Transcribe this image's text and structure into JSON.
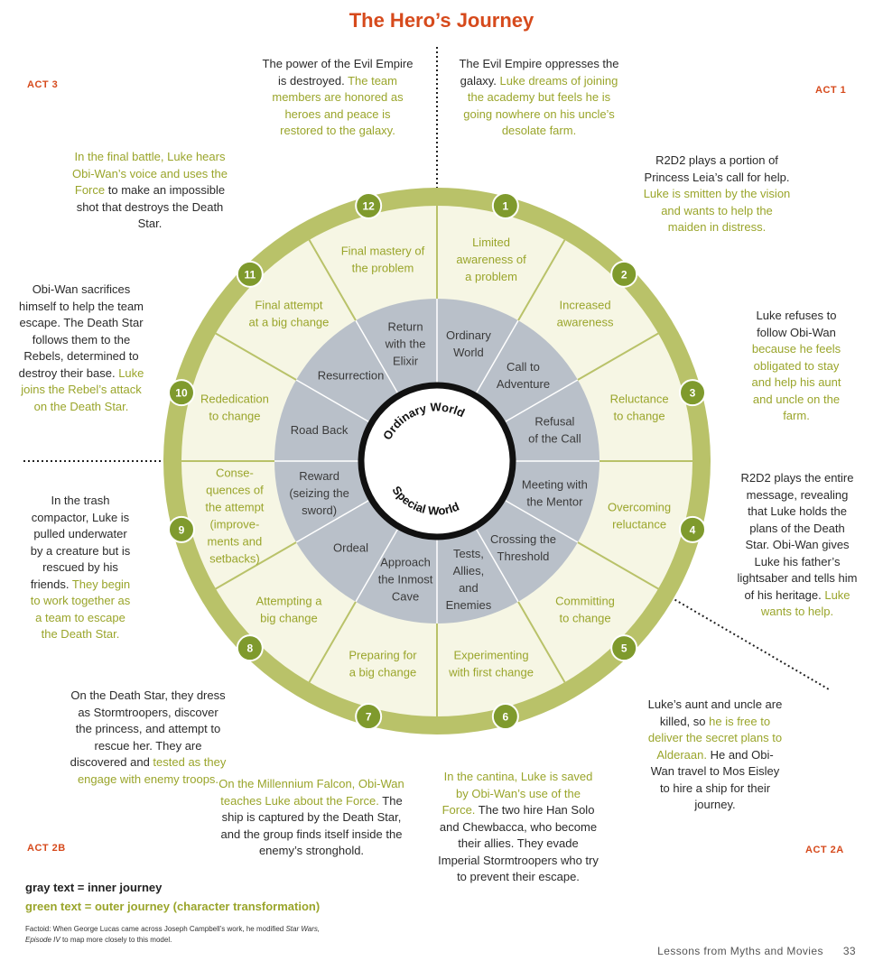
{
  "title": "The Hero’s Journey",
  "acts": {
    "act1": "ACT 1",
    "act2a": "ACT 2A",
    "act2b": "ACT 2B",
    "act3": "ACT 3"
  },
  "colors": {
    "ring": "#b9c269",
    "ring_light": "#f6f6e4",
    "inner": "#b9c0c9",
    "gray_text": "#3a3a3a",
    "green_text": "#9aa52b",
    "title": "#d64a1c",
    "badge": "#7f9a2d"
  },
  "wedges": [
    {
      "number": "1",
      "outer": [
        "Limited",
        "awareness of",
        "a problem"
      ],
      "inner": [
        "Ordinary",
        "World"
      ]
    },
    {
      "number": "2",
      "outer": [
        "Increased",
        "awareness"
      ],
      "inner": [
        "Call to",
        "Adventure"
      ]
    },
    {
      "number": "3",
      "outer": [
        "Reluctance",
        "to change"
      ],
      "inner": [
        "Refusal",
        "of the Call"
      ]
    },
    {
      "number": "4",
      "outer": [
        "Overcoming",
        "reluctance"
      ],
      "inner": [
        "Meeting with",
        "the Mentor"
      ]
    },
    {
      "number": "5",
      "outer": [
        "Committing",
        "to change"
      ],
      "inner": [
        "Crossing the",
        "Threshold"
      ]
    },
    {
      "number": "6",
      "outer": [
        "Experimenting",
        "with first change"
      ],
      "inner": [
        "Tests,",
        "Allies,",
        "and",
        "Enemies"
      ]
    },
    {
      "number": "7",
      "outer": [
        "Preparing for",
        "a big change"
      ],
      "inner": [
        "Approach",
        "the Inmost",
        "Cave"
      ]
    },
    {
      "number": "8",
      "outer": [
        "Attempting a",
        "big change"
      ],
      "inner": [
        "Ordeal"
      ]
    },
    {
      "number": "9",
      "outer": [
        "Conse-",
        "quences of",
        "the attempt",
        "(improve-",
        "ments and",
        "setbacks)"
      ],
      "inner": [
        "Reward",
        "(seizing the",
        "sword)"
      ]
    },
    {
      "number": "10",
      "outer": [
        "Rededication",
        "to change"
      ],
      "inner": [
        "Road Back"
      ]
    },
    {
      "number": "11",
      "outer": [
        "Final attempt",
        "at a big change"
      ],
      "inner": [
        "Resurrection"
      ]
    },
    {
      "number": "12",
      "outer": [
        "Final mastery of",
        "the problem"
      ],
      "inner": [
        "Return",
        "with the",
        "Elixir"
      ]
    }
  ],
  "center": {
    "top": "Ordinary World",
    "bottom": "Special World"
  },
  "stories": {
    "s12": {
      "gray": "The power of the Evil Empire is destroyed.",
      "green": "The team members are honored as heroes and peace is restored to the galaxy."
    },
    "s1": {
      "gray": "The Evil Empire oppresses the galaxy.",
      "green": "Luke dreams of joining the academy but feels he is going nowhere on his uncle’s desolate farm."
    },
    "s2": {
      "gray": "R2D2 plays a portion of Princess Leia’s call for help.",
      "green": "Luke is smitten by the vision and wants to help the maiden in distress."
    },
    "s3": {
      "gray": "Luke refuses to follow Obi-Wan",
      "green": "because he feels obligated to stay and help his aunt and uncle on the farm."
    },
    "s4": {
      "gray": "R2D2 plays the entire message, revealing that Luke holds the plans of the Death Star. Obi-Wan gives Luke his father’s lightsaber and tells him of his heritage.",
      "green": "Luke wants to help."
    },
    "s5": {
      "gray1": "Luke’s aunt and uncle are killed, so",
      "green": "he is free to deliver the secret plans to Alderaan.",
      "gray2": "He and Obi-Wan travel to Mos Eisley to hire a ship for their journey."
    },
    "s6": {
      "green": "In the cantina, Luke is saved by Obi-Wan’s use of the Force.",
      "gray": "The two hire Han Solo and Chewbacca, who become their allies. They evade Imperial Stormtroopers who try to prevent their escape."
    },
    "s7": {
      "green": "On the Millennium Falcon, Obi-Wan teaches Luke about the Force.",
      "gray": "The ship is captured by the Death Star, and the group finds itself inside the enemy’s stronghold."
    },
    "s8": {
      "gray": "On the Death Star, they dress as Stormtroopers, discover the princess, and attempt to rescue her. They are discovered and",
      "green": "tested as they engage with enemy troops."
    },
    "s9": {
      "gray": "In the trash compactor, Luke is pulled underwater by a creature but is rescued by his friends.",
      "green": "They begin to work together as a team to escape the Death Star."
    },
    "s10": {
      "gray": "Obi-Wan sacrifices himself to help the team escape. The Death Star follows them to the Rebels, determined to destroy their base.",
      "green": "Luke joins the Rebel’s attack on the Death Star."
    },
    "s11": {
      "green": "In the final battle, Luke hears Obi-Wan’s voice and uses the Force",
      "gray": "to make an impossible shot that destroys the Death Star."
    }
  },
  "legend": {
    "gray": "gray text = inner journey",
    "green": "green text = outer journey (character transformation)"
  },
  "factoid": {
    "pre": "Factoid: When George Lucas came across Joseph Campbell’s work, he modified",
    "italic": "Star Wars, Episode IV",
    "post": "to map more closely to this model."
  },
  "footer": {
    "label": "Lessons from Myths and Movies",
    "page": "33"
  }
}
